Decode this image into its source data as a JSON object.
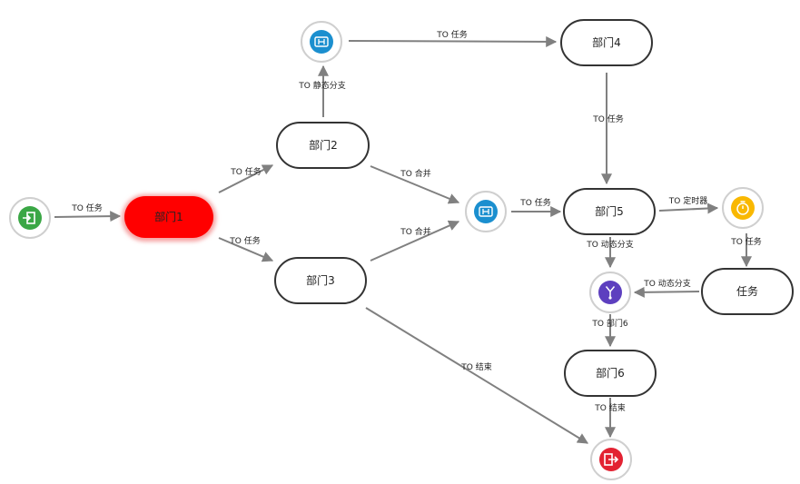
{
  "colors": {
    "edge": "#808080",
    "node_border": "#333333",
    "active_node_fill": "#ff0000",
    "active_node_glow": "#f5a3a3",
    "start_icon": "#3aa745",
    "end_icon": "#e32232",
    "branch_icon": "#1b8fcf",
    "dynamic_icon": "#5d3fbf",
    "timer_icon": "#f9b800"
  },
  "nodes": {
    "start": {
      "icon": "enter-icon"
    },
    "dept1": {
      "label": "部门1",
      "active": true
    },
    "dept2": {
      "label": "部门2"
    },
    "dept3": {
      "label": "部门3"
    },
    "dept4": {
      "label": "部门4"
    },
    "dept5": {
      "label": "部门5"
    },
    "dept6": {
      "label": "部门6"
    },
    "task": {
      "label": "任务"
    },
    "static_branch": {
      "icon": "static-branch-icon"
    },
    "merge": {
      "icon": "merge-icon"
    },
    "dynamic_branch": {
      "icon": "dynamic-branch-icon"
    },
    "timer": {
      "icon": "timer-icon"
    },
    "end": {
      "icon": "exit-icon"
    }
  },
  "edges": {
    "start_dept1": "TO 任务",
    "dept1_dept2": "TO 任务",
    "dept1_dept3": "TO 任务",
    "dept2_static": "TO 静态分支",
    "static_dept4": "TO 任务",
    "dept4_dept5": "TO 任务",
    "dept2_merge": "TO 合并",
    "dept3_merge": "TO 合并",
    "merge_dept5": "TO 任务",
    "dept5_timer": "TO 定时器",
    "timer_task": "TO 任务",
    "task_dynamic": "TO 动态分支",
    "dept5_dynamic": "TO 动态分支",
    "dynamic_dept6": "TO 部门6",
    "dept6_end": "TO 结束",
    "dept3_end": "TO 结束"
  }
}
